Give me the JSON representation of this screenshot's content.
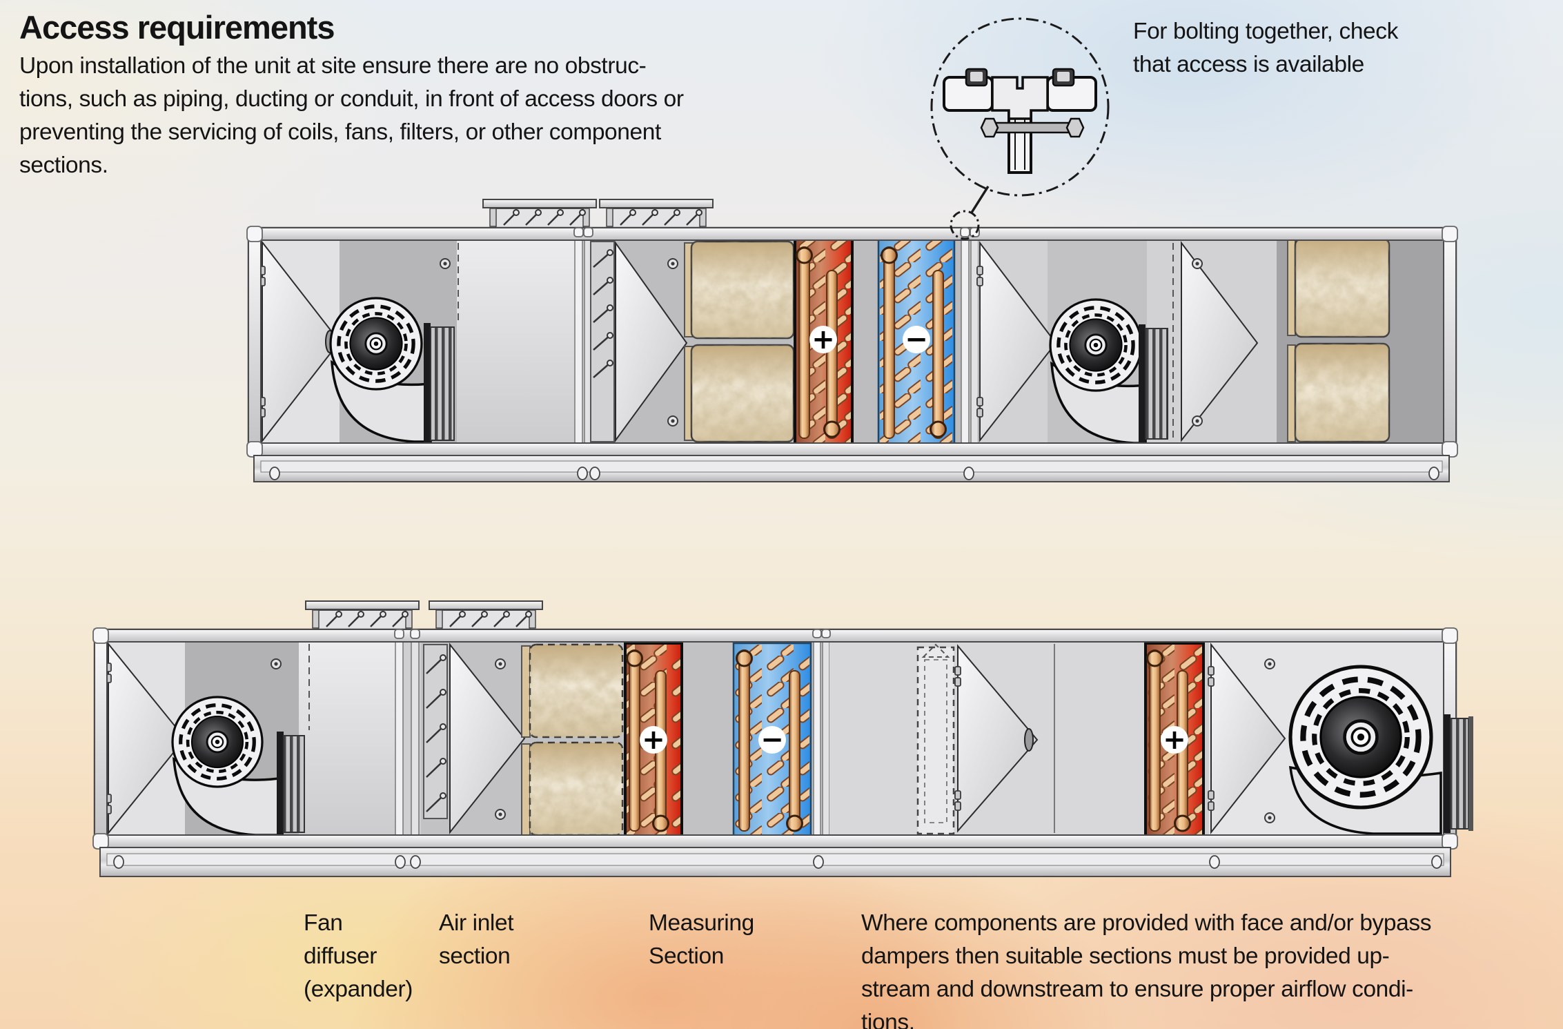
{
  "heading": {
    "title": "Access requirements"
  },
  "intro": {
    "lines": [
      "Upon installation of the unit at site ensure there are no obstruc-",
      "tions, such as piping, ducting or conduit, in front of access doors or",
      "preventing the servicing of coils, fans, filters, or other component",
      "sections."
    ]
  },
  "bolting_note": {
    "lines": [
      "For bolting together, check",
      "that access is available"
    ]
  },
  "badges": {
    "plus": "+",
    "minus": "−"
  },
  "section_labels": {
    "fan_diffuser": {
      "lines": [
        "Fan",
        "diffuser",
        "(expander)"
      ]
    },
    "air_inlet": {
      "lines": [
        "Air inlet",
        "section"
      ]
    },
    "measuring": {
      "lines": [
        "Measuring",
        "Section"
      ]
    }
  },
  "footnote": {
    "lines": [
      "Where components are provided with face and/or bypass",
      "dampers then suitable sections must be provided up-",
      "stream and downstream to ensure proper airflow condi-",
      "tions."
    ]
  },
  "colors": {
    "heating_coil": "#d42414",
    "cooling_coil": "#3f97e4",
    "filter_media": "#cdb astane",
    "accent_copper": "#eec79b"
  }
}
